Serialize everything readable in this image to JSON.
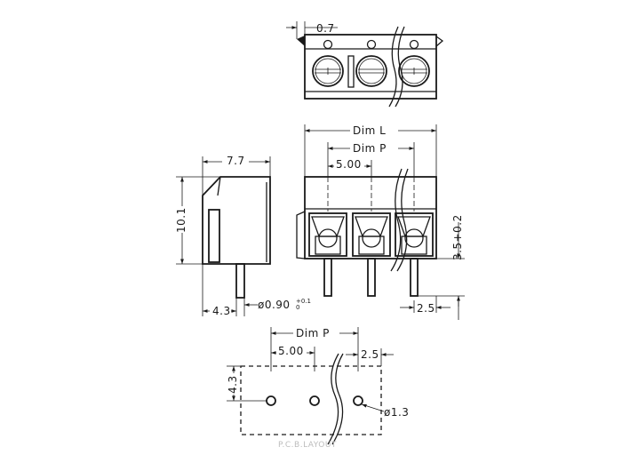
{
  "labels": {
    "top_offset": "0.7",
    "dim_l": "Dim  L",
    "dim_p": "Dim  P",
    "pitch_front": "5.00",
    "side_width": "7.7",
    "side_height": "10.1",
    "pin_offset": "4.3",
    "pin_dia_main": "ø0.90",
    "pin_tol_plus": "+0.1",
    "pin_tol_zero": "0",
    "right_height": "3.5+0.2",
    "pin_end_offset": "2.5",
    "pcb_dim_p": "Dim  P",
    "pcb_pitch": "5.00",
    "pcb_end": "2.5",
    "pcb_height": "4.3",
    "pcb_hole": "ø1.3",
    "watermark": "P.C.B.LAYOUT"
  }
}
